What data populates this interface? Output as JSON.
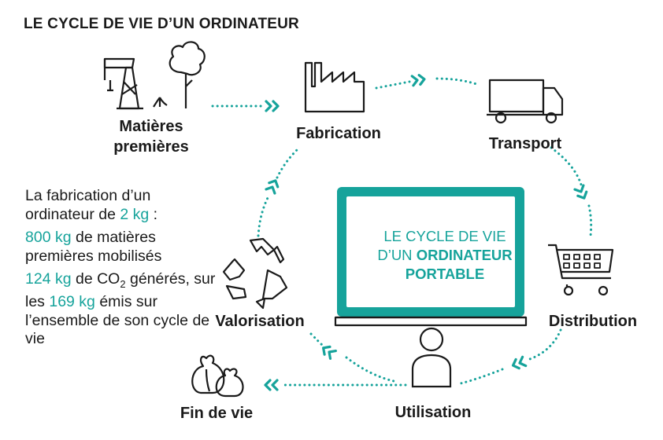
{
  "title": "LE CYCLE DE VIE D’UN ORDINATEUR",
  "colors": {
    "accent": "#16a39b",
    "ink": "#1a1a1a"
  },
  "stages": {
    "matieres_line1": "Matières",
    "matieres_line2": "premières",
    "fabrication": "Fabrication",
    "transport": "Transport",
    "distribution": "Distribution",
    "utilisation": "Utilisation",
    "fin_de_vie": "Fin de vie",
    "valorisation": "Valorisation"
  },
  "screen": {
    "line1": "LE CYCLE DE VIE",
    "line2_plain": "D’UN ",
    "line2_bold": "ORDINATEUR",
    "line3_bold": "PORTABLE"
  },
  "facts": {
    "p1_a": "La fabrication d’un ordinateur de ",
    "p1_value": "2 kg",
    "p1_b": " :",
    "p2_value": "800 kg",
    "p2_b": " de matières premières mobilisés",
    "p3_value": "124 kg",
    "p3_b": " de CO",
    "p3_sub": "2",
    "p3_c": " générés, sur les ",
    "p3_value2": "169 kg",
    "p3_d": " émis sur l’ensemble de son cycle de vie"
  },
  "icons": [
    "oil-pump-icon",
    "tree-icon",
    "factory-icon",
    "truck-icon",
    "shopping-cart-icon",
    "person-icon",
    "trash-bags-icon",
    "recycle-icon",
    "laptop-icon"
  ]
}
